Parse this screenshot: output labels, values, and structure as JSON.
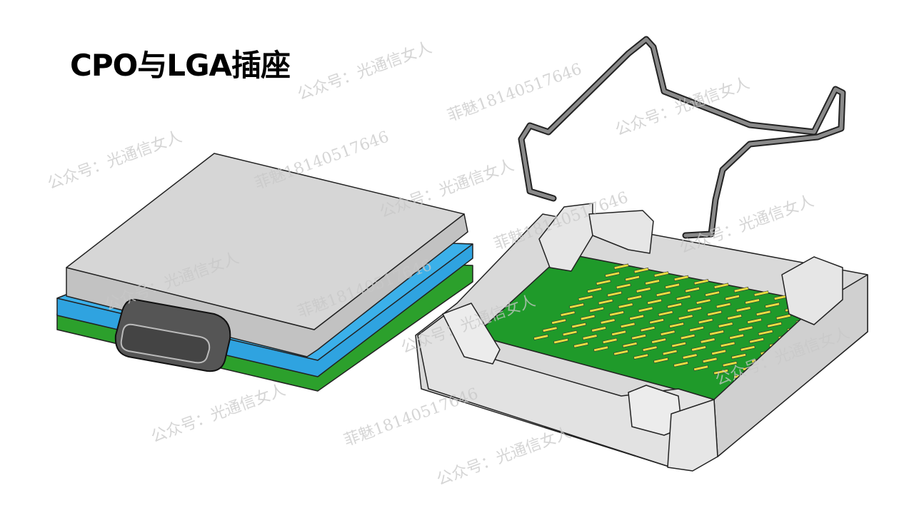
{
  "title": "CPO与LGA插座",
  "watermarks": {
    "account": "公众号：光通信女人",
    "contact": "菲魅18140517646"
  },
  "colors": {
    "lid": "#d4d4d4",
    "substrate_blue": "#2fa3e0",
    "pcb_green": "#2ca02c",
    "socket_green": "#1f9a2a",
    "pads_yellow": "#e8e040",
    "connector": "#555555",
    "frame": "#dcdcdc"
  }
}
